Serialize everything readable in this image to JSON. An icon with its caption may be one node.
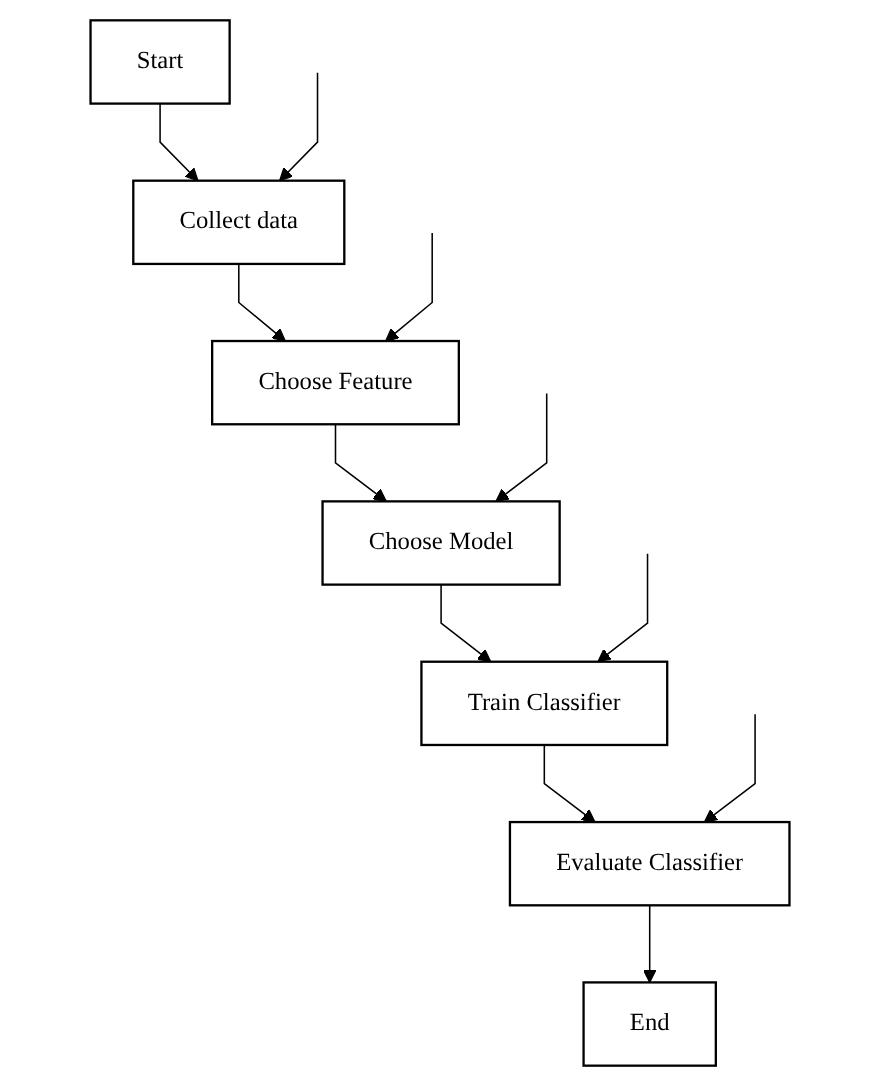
{
  "diagram": {
    "nodes": [
      {
        "text": [
          "Start"
        ]
      },
      {
        "text": [
          "Collect data"
        ]
      },
      {
        "text": [
          "Choose Feature"
        ]
      },
      {
        "text": [
          "Choose Model"
        ]
      },
      {
        "text": [
          "Train Classifier"
        ]
      },
      {
        "text": [
          "Evaluate Classifier"
        ]
      },
      {
        "text": [
          "End"
        ]
      }
    ],
    "edges": [
      {
        "from": 0,
        "to": 1,
        "arrow": "to"
      },
      {
        "from": 1,
        "to": 2,
        "arrow": "to"
      },
      {
        "from": 2,
        "to": 3,
        "arrow": "to"
      },
      {
        "from": 3,
        "to": 4,
        "arrow": "to"
      },
      {
        "from": 4,
        "to": 5,
        "arrow": "to"
      },
      {
        "from": 5,
        "to": 6,
        "arrow": "to"
      },
      {
        "from": null,
        "to": 1,
        "arrow": "to"
      },
      {
        "from": null,
        "to": 2,
        "arrow": "to"
      },
      {
        "from": null,
        "to": 3,
        "arrow": "to"
      },
      {
        "from": null,
        "to": 4,
        "arrow": "to"
      },
      {
        "from": null,
        "to": 5,
        "arrow": "to"
      }
    ]
  }
}
